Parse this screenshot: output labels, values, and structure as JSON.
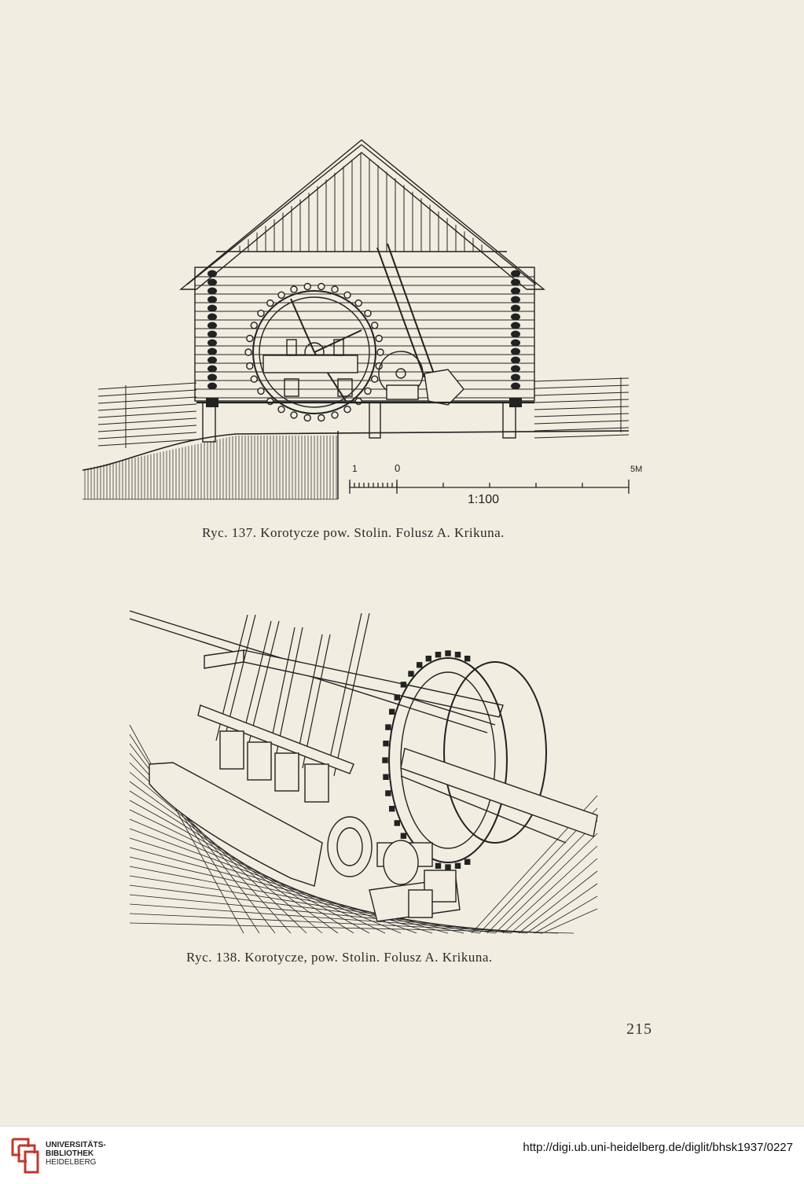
{
  "figure_137": {
    "scale_ticks": {
      "left": "1",
      "zero": "0",
      "right": "5M"
    },
    "scale_ratio": "1:100",
    "caption": "Ryc. 137. Korotycze pow. Stolin. Folusz A. Krikuna."
  },
  "figure_138": {
    "caption": "Ryc. 138. Korotycze, pow. Stolin. Folusz A. Krikuna."
  },
  "page_number": "215",
  "footer": {
    "library_lines": [
      "UNIVERSITÄTS-",
      "BIBLIOTHEK",
      "HEIDELBERG"
    ],
    "url": "http://digi.ub.uni-heidelberg.de/diglit/bhsk1937/0227"
  }
}
